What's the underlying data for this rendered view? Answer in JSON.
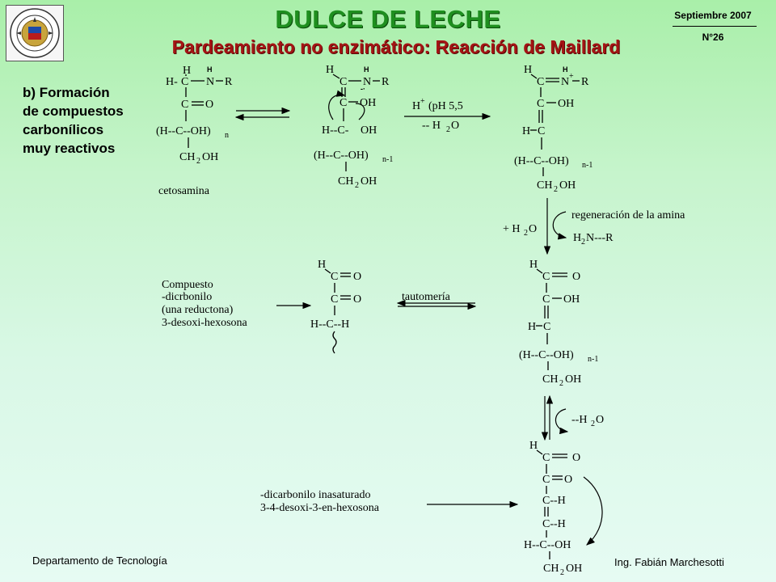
{
  "header": {
    "title": "DULCE DE LECHE",
    "subtitle": "Pardeamiento no enzimático: Reacción de Maillard",
    "date": "Septiembre 2007",
    "issue": "N°26"
  },
  "section_lines": [
    "b) Formación",
    "de compuestos",
    "carbonílicos",
    "muy reactivos"
  ],
  "atoms": {
    "H": "H",
    "C": "C",
    "N": "N",
    "O": "O",
    "R": "R",
    "OH": "OH",
    "CH": "CH",
    "OHx": "OH",
    "n": "n",
    "n1": "n-1",
    "two": "2",
    "plus": "+",
    "hcc": "H--C--OH",
    "hcch": "H--C--H",
    "coh_paren_open": "(H--C--OH)",
    "ch": "C--H",
    "hch_left": "H-C",
    "c_oh": "C--OH",
    "hc_dash": "H--C-",
    "ch2oh": "CH",
    "h_dash": "H-"
  },
  "labels": {
    "cetosamina": "cetosamina",
    "cond_top1": "H",
    "cond_top2": "(pH 5,5",
    "cond_bot": "-- H",
    "cond_bot_o": "O",
    "regen": "regeneración  de la amina",
    "water": "+ H",
    "water_o": "O",
    "amine": "H",
    "amine_rest": "N---R",
    "taut": "tautomería",
    "minus_water": "--H",
    "minus_water_o": "O",
    "compuesto": [
      "Compuesto",
      "-dicrbonilo",
      "(una reductona)",
      "3-desoxi-hexosona"
    ],
    "dicarb": [
      "-dicarbonilo inasaturado",
      "3-4-desoxi-3-en-hexosona"
    ]
  },
  "footer": {
    "left": "Departamento de Tecnología",
    "right": "Ing. Fabián Marchesotti"
  },
  "colors": {
    "title": "#1f8f1f",
    "subtitle": "#a41414"
  }
}
